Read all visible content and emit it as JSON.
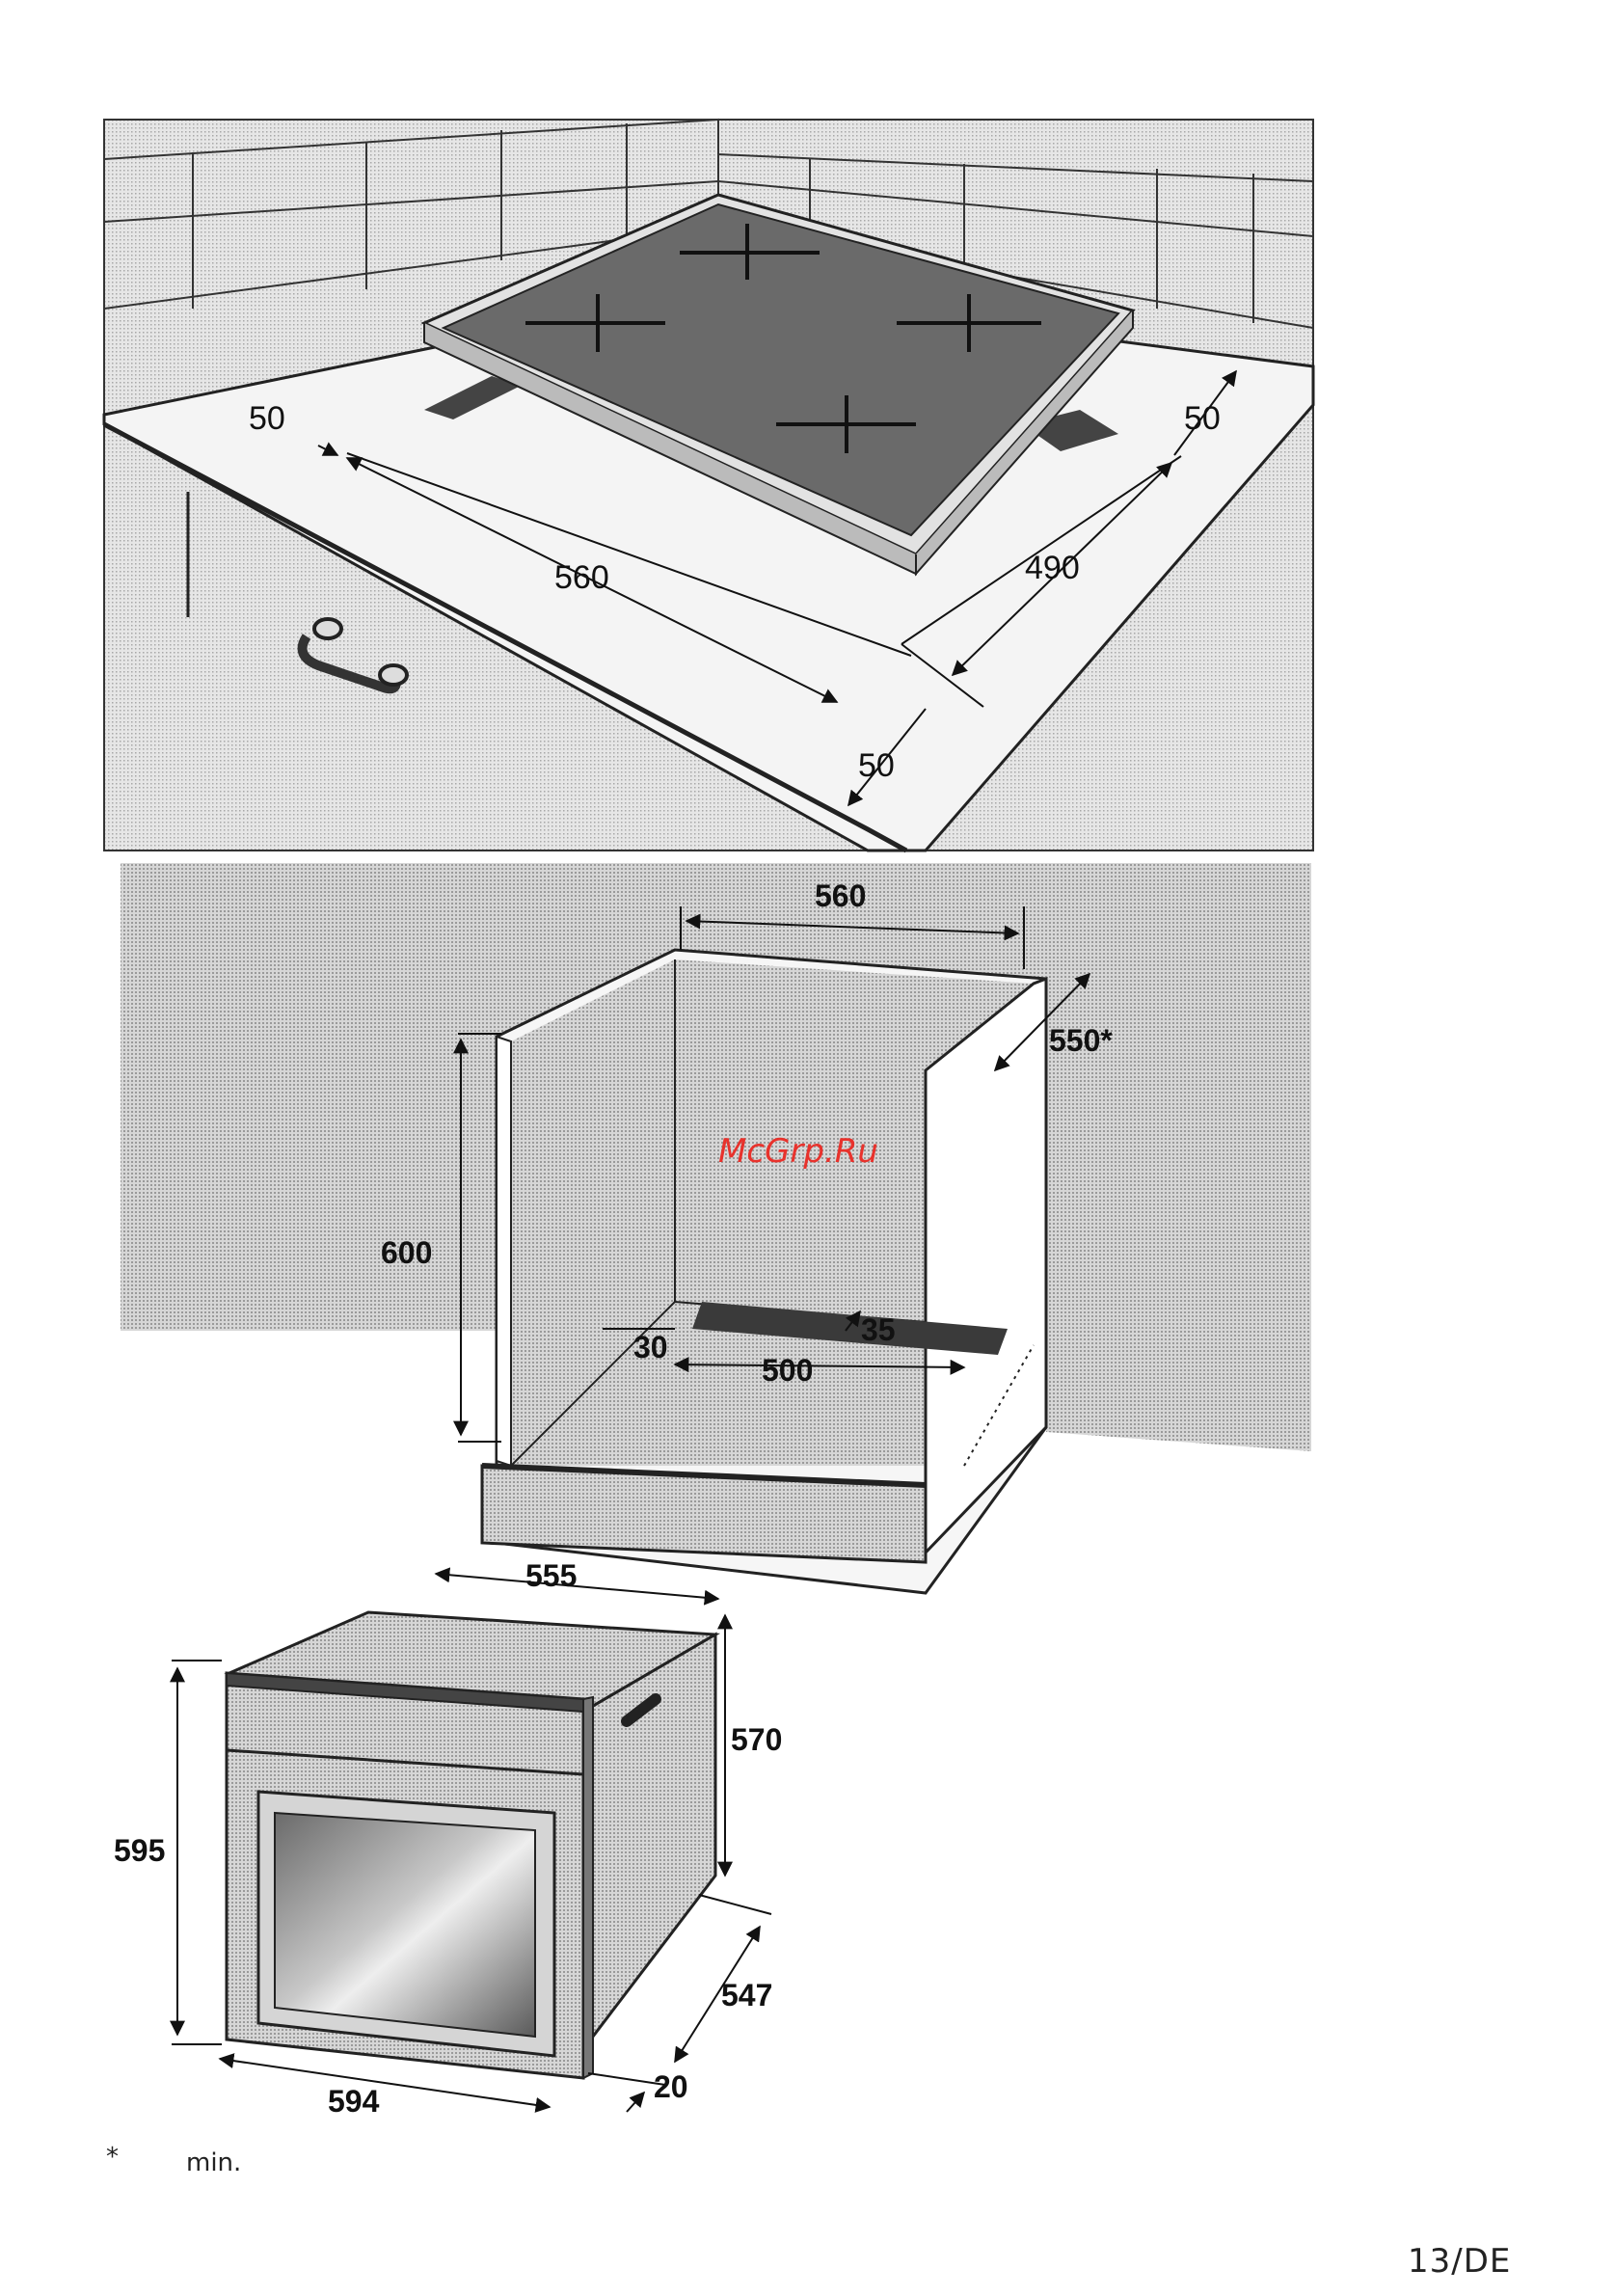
{
  "hob_panel": {
    "dim_left_margin": "50",
    "dim_width": "560",
    "dim_depth": "490",
    "dim_right_margin": "50",
    "dim_front_margin": "50"
  },
  "cabinet_panel": {
    "dim_width": "560",
    "dim_depth": "550*",
    "dim_height": "600",
    "dim_vent_offset": "30",
    "dim_vent_depth": "35",
    "dim_vent_width": "500",
    "watermark": "McGrp.Ru"
  },
  "oven_panel": {
    "dim_top_width": "555",
    "dim_side_height": "570",
    "dim_front_height": "595",
    "dim_depth": "547",
    "dim_front_width": "594",
    "dim_front_panel": "20"
  },
  "footnote": {
    "marker": "*",
    "text": "min."
  },
  "page_number": "13/DE",
  "colors": {
    "line": "#111111",
    "shade": "#bdbdbd",
    "dark": "#5a5a5a",
    "white": "#ffffff"
  }
}
